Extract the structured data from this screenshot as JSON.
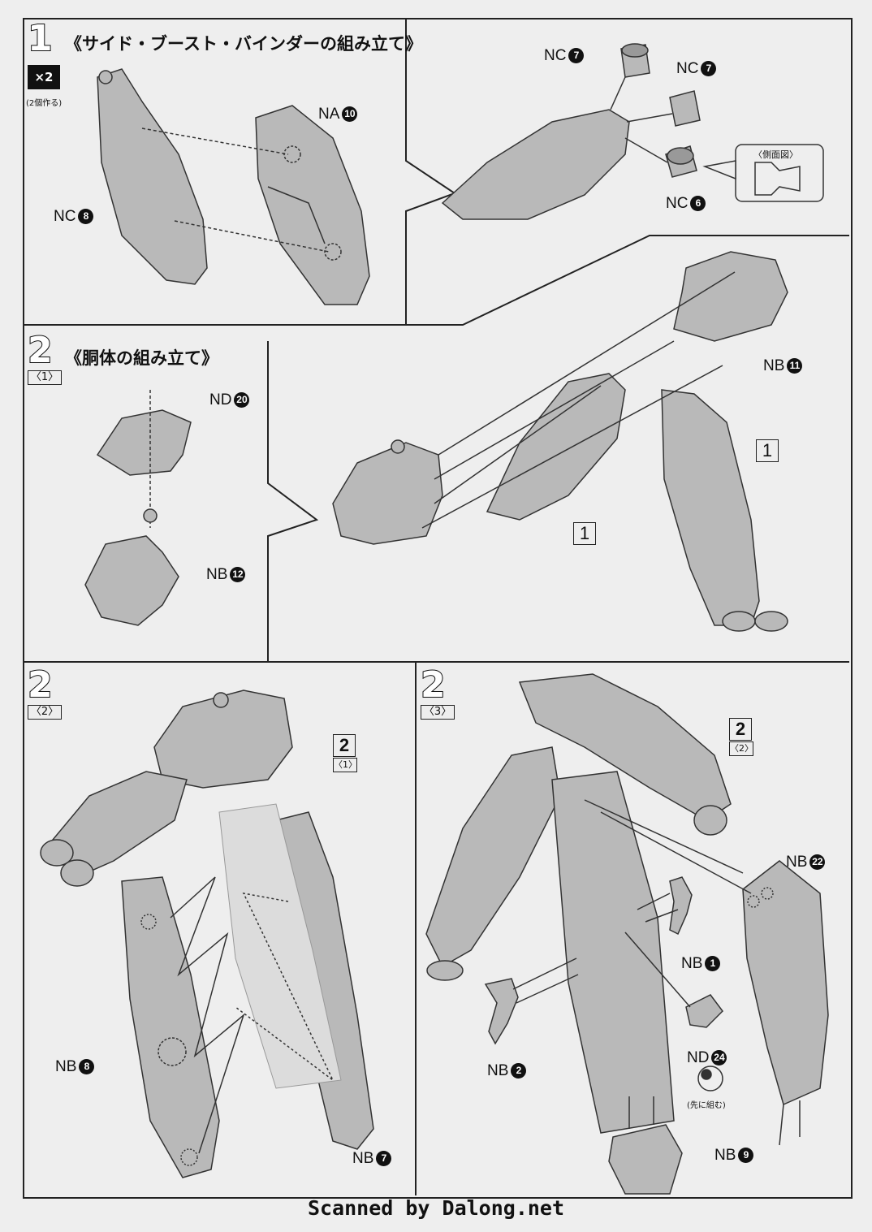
{
  "step1": {
    "number": "1",
    "title": "《サイド・ブースト・バインダーの組み立て》",
    "multiplier": "×2",
    "multiplier_note": "(2個作る)",
    "labels": {
      "na10": {
        "prefix": "NA",
        "num": "10"
      },
      "nc8": {
        "prefix": "NC",
        "num": "8"
      },
      "nc7a": {
        "prefix": "NC",
        "num": "7"
      },
      "nc7b": {
        "prefix": "NC",
        "num": "7"
      },
      "nc6": {
        "prefix": "NC",
        "num": "6"
      }
    },
    "side_view_caption": "〈側面図〉"
  },
  "step2_1": {
    "number": "2",
    "sub": "〈1〉",
    "title": "《胴体の組み立て》",
    "labels": {
      "nd20": {
        "prefix": "ND",
        "num": "20"
      },
      "nb12": {
        "prefix": "NB",
        "num": "12"
      },
      "nb11": {
        "prefix": "NB",
        "num": "11"
      }
    },
    "ref_box_a": "1",
    "ref_box_b": "1"
  },
  "step2_2": {
    "number": "2",
    "sub": "〈2〉",
    "ref_number": "2",
    "ref_sub": "〈1〉",
    "labels": {
      "nb8": {
        "prefix": "NB",
        "num": "8"
      },
      "nb7": {
        "prefix": "NB",
        "num": "7"
      }
    }
  },
  "step2_3": {
    "number": "2",
    "sub": "〈3〉",
    "ref_number": "2",
    "ref_sub": "〈2〉",
    "labels": {
      "nb22": {
        "prefix": "NB",
        "num": "22"
      },
      "nb1": {
        "prefix": "NB",
        "num": "1"
      },
      "nb2": {
        "prefix": "NB",
        "num": "2"
      },
      "nd24": {
        "prefix": "ND",
        "num": "24"
      },
      "nb9": {
        "prefix": "NB",
        "num": "9"
      }
    },
    "pre_assemble_note": "(先に組む)"
  },
  "footer": {
    "scan_credit": "Scanned by Dalong.net"
  }
}
